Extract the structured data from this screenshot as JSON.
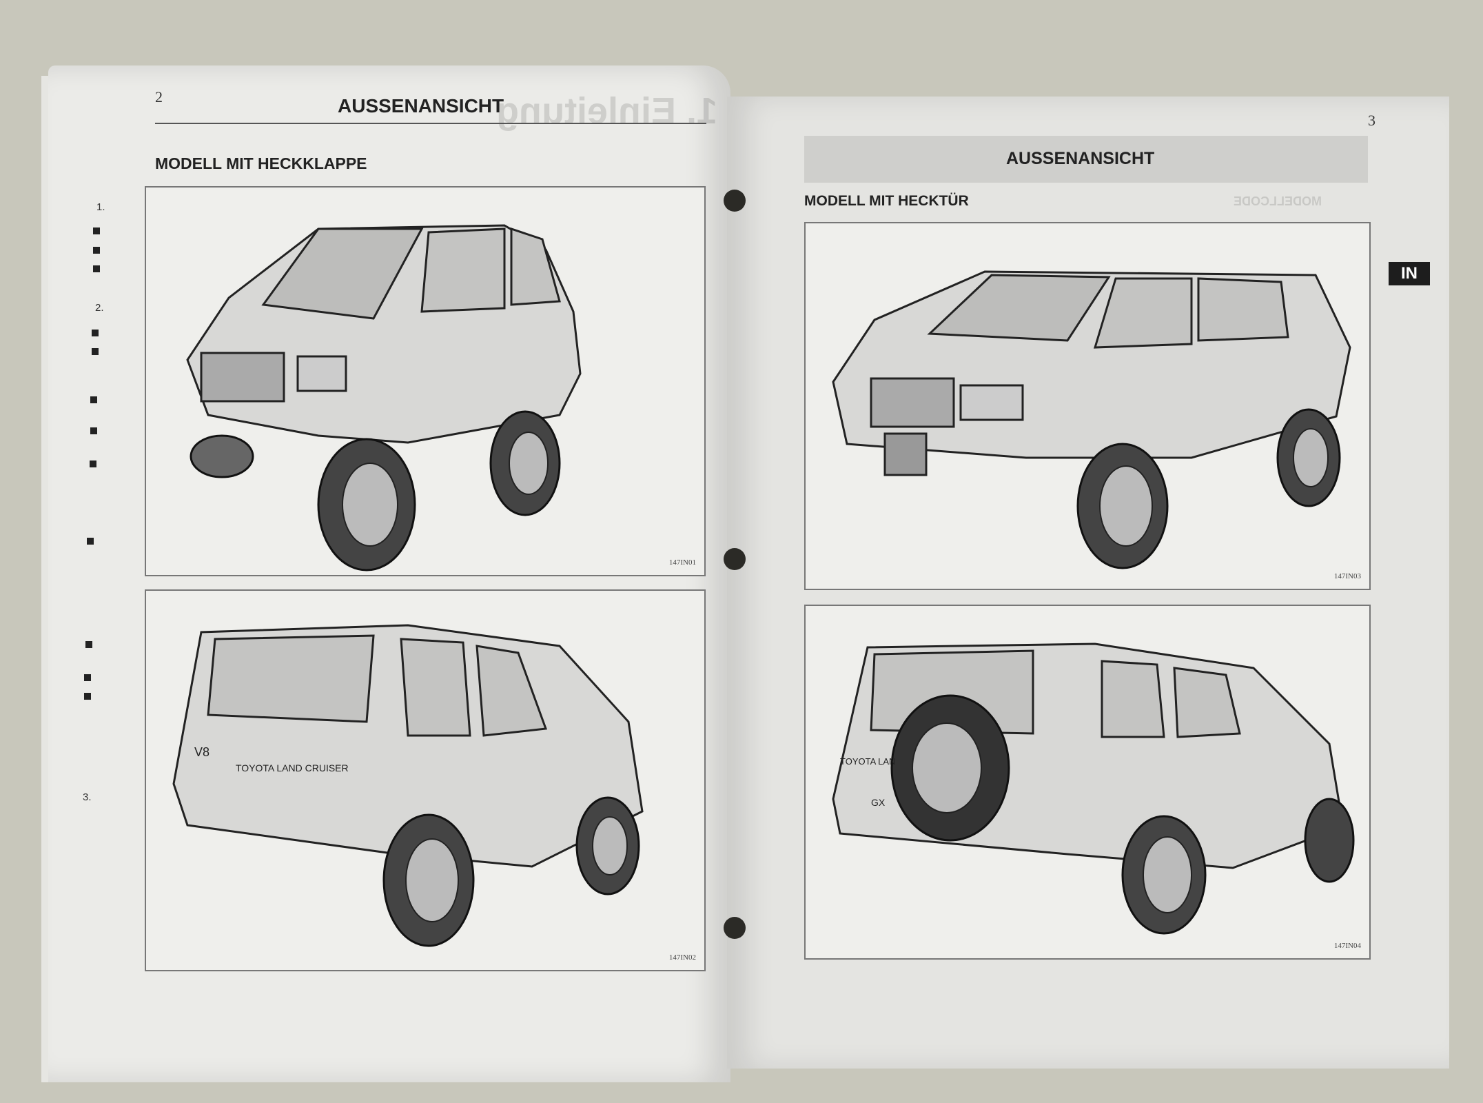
{
  "left_page": {
    "page_number": "2",
    "header_title": "AUSSENANSICHT",
    "bleed_through": "1. Einleitung",
    "subtitle": "MODELL MIT HECKKLAPPE",
    "figures": [
      {
        "code": "147IN01",
        "view": "front"
      },
      {
        "code": "147IN02",
        "view": "rear"
      }
    ],
    "rear_badges": [
      "V8",
      "TOYOTA LAND CRUISER"
    ],
    "margin_numbers": [
      "1.",
      "2.",
      "3."
    ]
  },
  "right_page": {
    "page_number": "3",
    "header_title": "AUSSENANSICHT",
    "subtitle": "MODELL MIT HECKTÜR",
    "bleed_through": "MODELLCODE",
    "section_tab": "IN",
    "figures": [
      {
        "code": "147IN03",
        "view": "front"
      },
      {
        "code": "147IN04",
        "view": "rear"
      }
    ],
    "rear_badges": [
      "TOYOTA LAN",
      "GX"
    ]
  },
  "colors": {
    "background": "#c8c7bb",
    "paper": "#ebebe8",
    "tab": "#1d1d1d",
    "header_bar": "#cfcfcc"
  }
}
